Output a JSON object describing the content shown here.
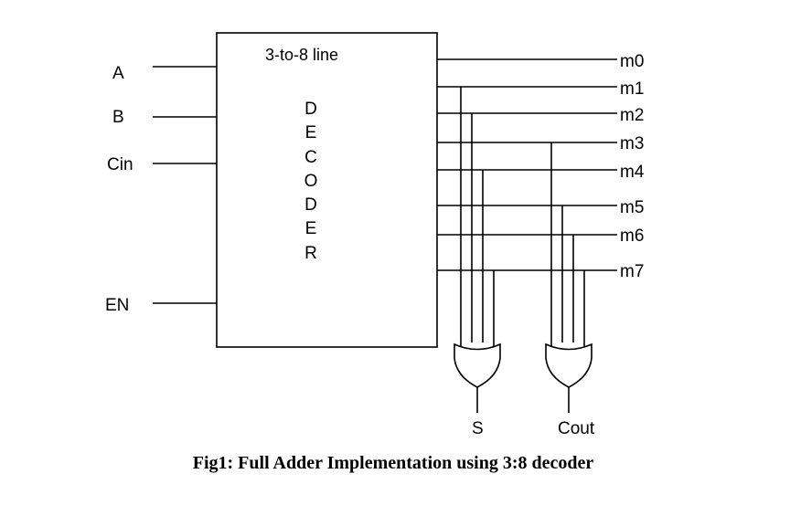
{
  "decoder": {
    "title": "3-to-8 line",
    "letters": [
      "D",
      "E",
      "C",
      "O",
      "D",
      "E",
      "R"
    ]
  },
  "inputs": {
    "a": "A",
    "b": "B",
    "cin": "Cin",
    "en": "EN"
  },
  "outputs": [
    "m0",
    "m1",
    "m2",
    "m3",
    "m4",
    "m5",
    "m6",
    "m7"
  ],
  "gates": {
    "sum_label": "S",
    "carry_label": "Cout"
  },
  "caption": "Fig1: Full Adder Implementation using 3:8 decoder"
}
